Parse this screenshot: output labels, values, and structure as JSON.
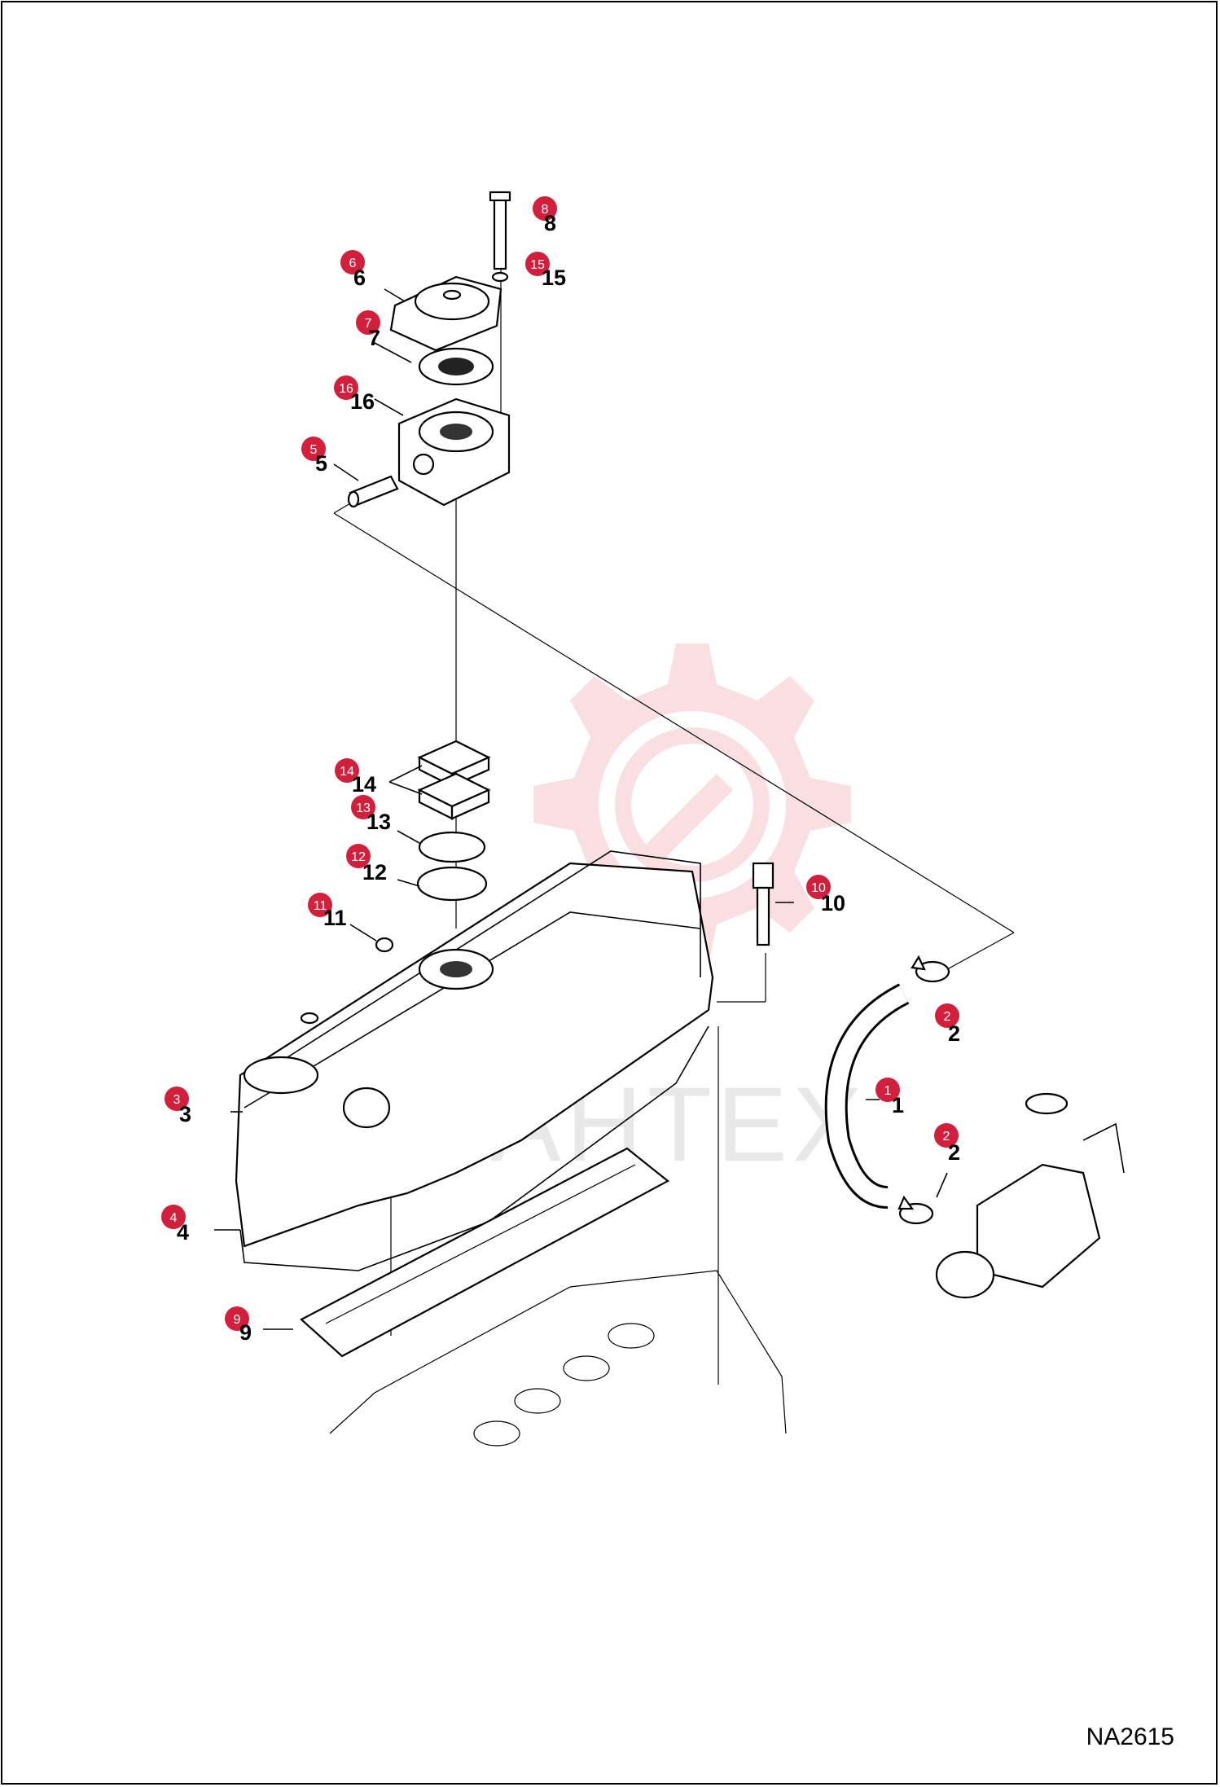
{
  "diagram": {
    "drawing_code": "NA2615",
    "watermark": "IAHTEX",
    "callouts": [
      {
        "id": "8",
        "badge": "8",
        "label": "8"
      },
      {
        "id": "6",
        "badge": "6",
        "label": "6"
      },
      {
        "id": "15",
        "badge": "15",
        "label": "15"
      },
      {
        "id": "7",
        "badge": "7",
        "label": "7"
      },
      {
        "id": "16",
        "badge": "16",
        "label": "16"
      },
      {
        "id": "5",
        "badge": "5",
        "label": "5"
      },
      {
        "id": "14",
        "badge": "14",
        "label": "14"
      },
      {
        "id": "13",
        "badge": "13",
        "label": "13"
      },
      {
        "id": "12",
        "badge": "12",
        "label": "12"
      },
      {
        "id": "11",
        "badge": "11",
        "label": "11"
      },
      {
        "id": "10",
        "badge": "10",
        "label": "10"
      },
      {
        "id": "2a",
        "badge": "2",
        "label": "2"
      },
      {
        "id": "3",
        "badge": "3",
        "label": "3"
      },
      {
        "id": "1",
        "badge": "1",
        "label": "1"
      },
      {
        "id": "2b",
        "badge": "2",
        "label": "2"
      },
      {
        "id": "4",
        "badge": "4",
        "label": "4"
      },
      {
        "id": "9",
        "badge": "9",
        "label": "9"
      }
    ],
    "colors": {
      "badge": "#d11f3c",
      "watermark": "#f5c6cb",
      "line": "#000000"
    }
  }
}
